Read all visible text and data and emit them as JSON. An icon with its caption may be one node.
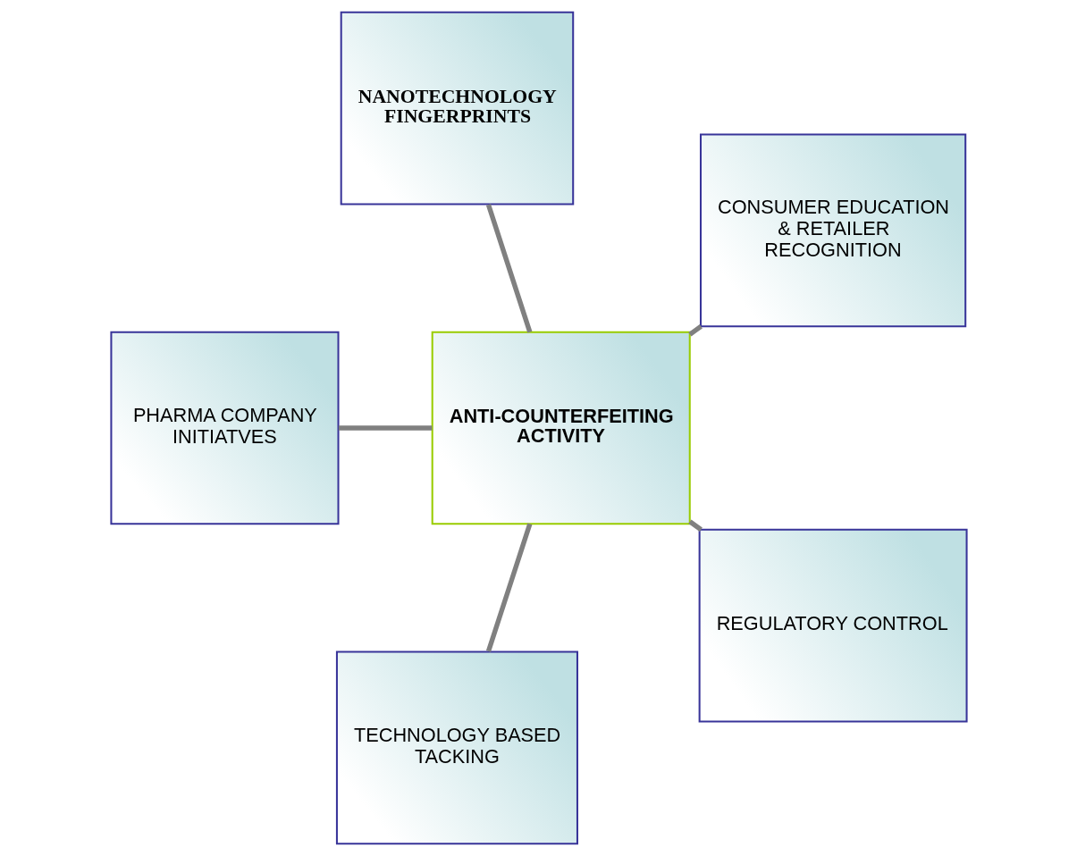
{
  "diagram": {
    "nodes": [
      {
        "text": [
          "CONSUMER EDUCATION & RETAILER RECOGNITION"
        ]
      },
      {
        "text": [
          "NANOTECHNOLOGY FINGERPRINTS"
        ]
      },
      {
        "text": [
          "PHARMA COMPANY INITIATVES"
        ]
      },
      {
        "text": [
          "ANTI-COUNTERFEITING ACTIVITY"
        ]
      },
      {
        "text": [
          "TECHNOLOGY BASED TACKING"
        ]
      },
      {
        "text": [
          "REGULATORY CONTROL"
        ]
      }
    ],
    "edges": [
      {
        "from": 3,
        "to": 0,
        "arrow": "none"
      },
      {
        "from": 3,
        "to": 1,
        "arrow": "none"
      },
      {
        "from": 3,
        "to": 2,
        "arrow": "none"
      },
      {
        "from": 3,
        "to": 4,
        "arrow": "none"
      },
      {
        "from": 3,
        "to": 5,
        "arrow": "none"
      }
    ]
  }
}
